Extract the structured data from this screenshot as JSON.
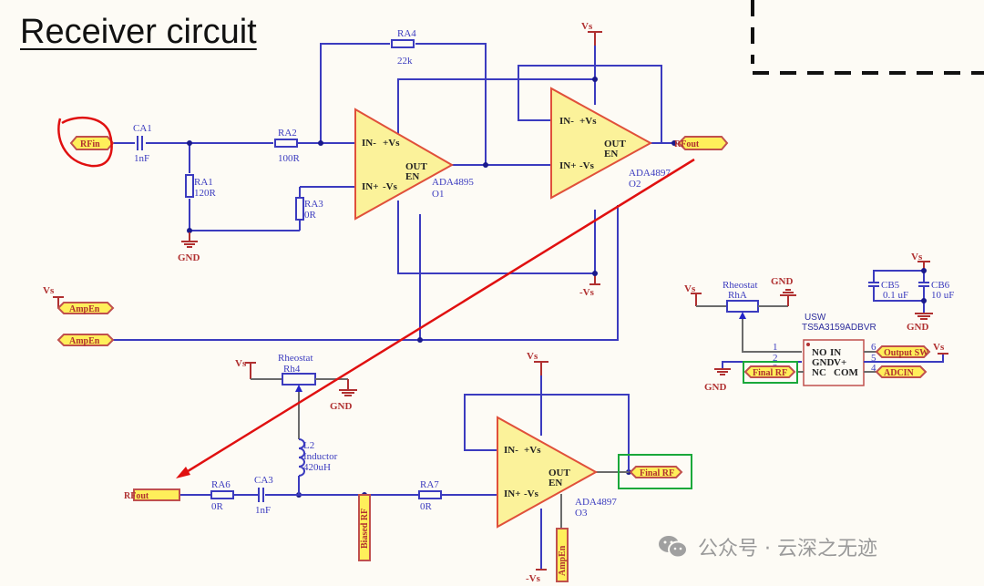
{
  "title": "Receiver circuit",
  "ports": {
    "rf_in": "RFin",
    "rf_out_top": "RFout",
    "rf_out_bottom": "RFout",
    "amp_en_1": "AmpEn",
    "amp_en_2": "AmpEn",
    "final_rf_right": "Final RF",
    "final_rf_switch": "Final RF",
    "output_sw": "Output SW",
    "adcin": "ADCIN",
    "biased_rf": "Biased RF",
    "amp_en_o3": "AmpEn"
  },
  "components": {
    "ca1": {
      "ref": "CA1",
      "value": "1nF"
    },
    "ra1": {
      "ref": "RA1",
      "value": "120R"
    },
    "ra2": {
      "ref": "RA2",
      "value": "100R"
    },
    "ra3": {
      "ref": "RA3",
      "value": "0R"
    },
    "ra4": {
      "ref": "RA4",
      "value": "22k"
    },
    "ra6": {
      "ref": "RA6",
      "value": "0R"
    },
    "ra7": {
      "ref": "RA7",
      "value": "0R"
    },
    "ca3": {
      "ref": "CA3",
      "value": "1nF"
    },
    "l2": {
      "ref": "L2",
      "type": "Inductor",
      "value": "420uH"
    },
    "rh4": {
      "type": "Rheostat",
      "ref": "Rh4"
    },
    "rha": {
      "type": "Rheostat",
      "ref": "RhA"
    },
    "cb5": {
      "ref": "CB5",
      "value": "0.1 uF"
    },
    "cb6": {
      "ref": "CB6",
      "value": "10 uF"
    },
    "o1": {
      "part": "ADA4895",
      "ref": "O1"
    },
    "o2": {
      "part": "ADA4897",
      "ref": "O2"
    },
    "o3": {
      "part": "ADA4897",
      "ref": "O3"
    },
    "usw": {
      "ref": "USW",
      "part": "TS5A3159ADBVR",
      "pins_left": [
        "NO",
        "GND",
        "NC"
      ],
      "pins_right": [
        "IN",
        "V+",
        "COM"
      ],
      "pin_numbers": [
        "1",
        "2",
        "3",
        "6",
        "5",
        "4"
      ]
    }
  },
  "opamp_pins": {
    "in_minus": "IN-",
    "in_plus": "IN+",
    "vs_plus": "+Vs",
    "vs_minus": "-Vs",
    "out": "OUT",
    "en": "EN"
  },
  "power": {
    "vs": "Vs",
    "neg_vs": "-Vs",
    "gnd": "GND"
  },
  "watermark": "公众号 · 云深之无迹"
}
